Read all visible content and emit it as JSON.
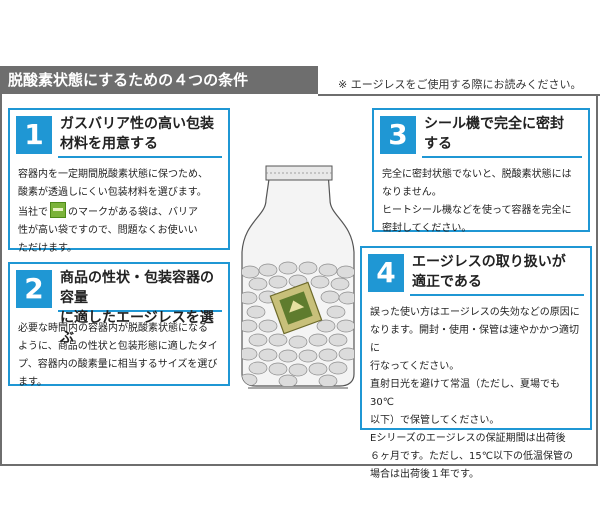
{
  "header": {
    "title": "脱酸素状態にするための４つの条件",
    "note": "※ エージレスをご使用する際にお読みください。"
  },
  "conditions": [
    {
      "number": "1",
      "title_line1": "ガスバリア性の高い包装",
      "title_line2": "材料を用意する",
      "lines": [
        "容器内を一定期間脱酸素状態に保つため、",
        "酸素が透過しにくい包装材料を選びます。",
        "当社で",
        "のマークがある袋は、バリア",
        "性が高い袋ですので、問題なくお使いい",
        "ただけます。"
      ]
    },
    {
      "number": "2",
      "title_line1": "商品の性状・包装容器の容量",
      "title_line2": "に適したエージレスを選ぶ",
      "lines": [
        "必要な時間内の容器内が脱酸素状態になる",
        "ように、商品の性状と包装形態に適したタイ",
        "プ、容器内の酸素量に相当するサイズを選び",
        "ます。"
      ]
    },
    {
      "number": "3",
      "title_line1": "シール機で完全に密封",
      "title_line2": "する",
      "lines": [
        "完全に密封状態でないと、脱酸素状態には",
        "なりません。",
        "ヒートシール機などを使って容器を完全に",
        "密封してください。"
      ]
    },
    {
      "number": "4",
      "title_line1": "エージレスの取り扱いが",
      "title_line2": "適正である",
      "lines": [
        "誤った使い方はエージレスの失効などの原因に",
        "なります。開封・使用・保管は速やかかつ適切に",
        "行なってください。",
        "直射日光を避けて常温（ただし、夏場でも30℃",
        "以下）で保管してください。",
        "Eシリーズのエージレスの保証期間は出荷後",
        "６ヶ月です。ただし、15℃以下の低温保管の",
        "場合は出荷後１年です。"
      ]
    }
  ],
  "colors": {
    "accent": "#1f97d4",
    "title_bar": "#6e6e6e"
  },
  "illustration": {
    "bag_icon": "sealed-bag-with-beans-and-oxygen-absorber"
  }
}
